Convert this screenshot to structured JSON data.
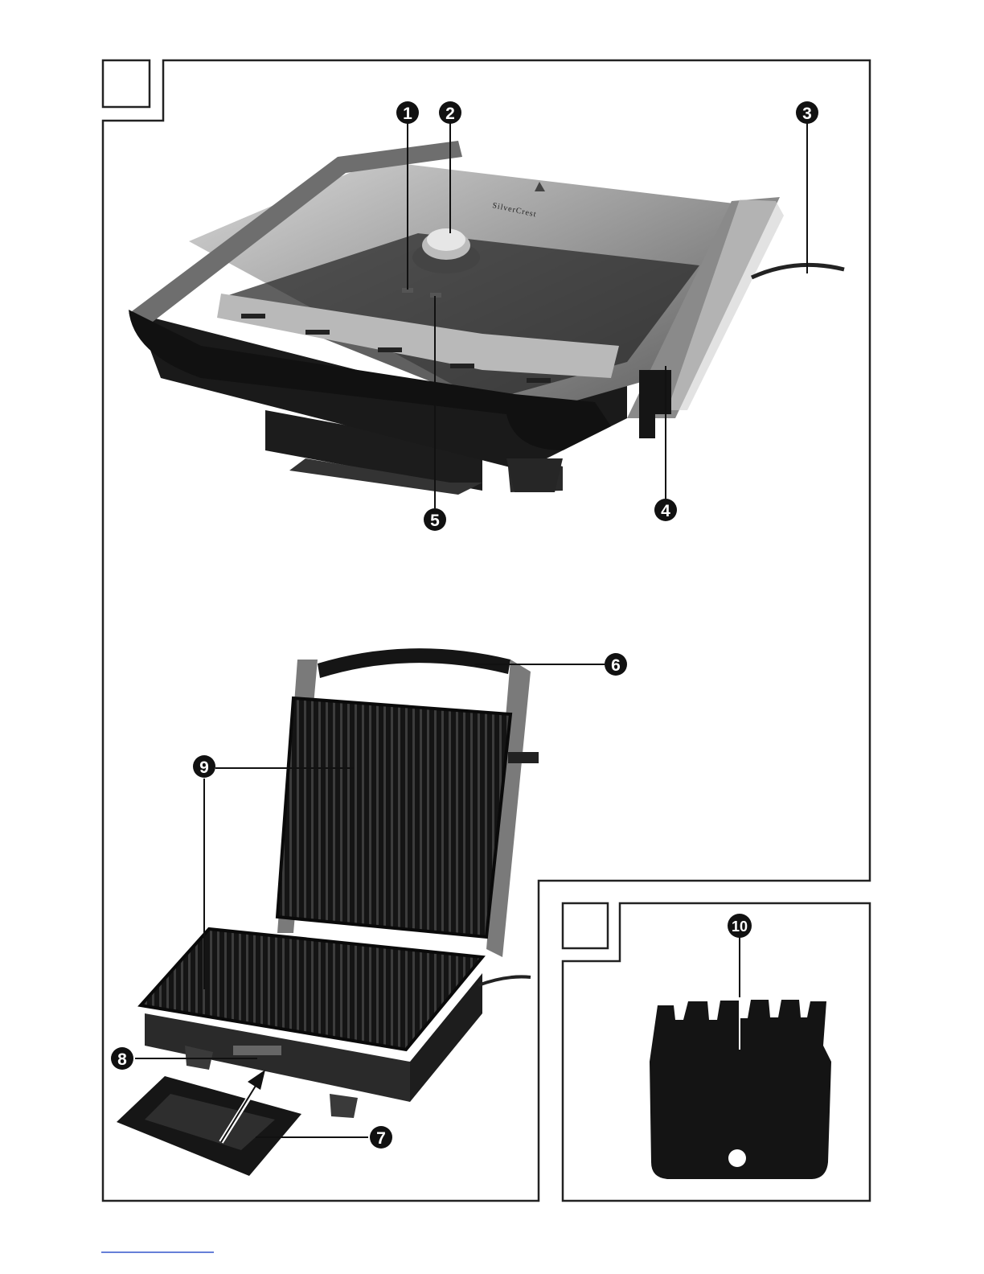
{
  "figure1": {
    "brand_text": "SilverCrest",
    "callouts": [
      {
        "id": "c1",
        "label": "1"
      },
      {
        "id": "c2",
        "label": "2"
      },
      {
        "id": "c3",
        "label": "3"
      },
      {
        "id": "c4",
        "label": "4"
      },
      {
        "id": "c5",
        "label": "5"
      }
    ]
  },
  "figure2": {
    "callouts": [
      {
        "id": "c6",
        "label": "6"
      },
      {
        "id": "c7",
        "label": "7"
      },
      {
        "id": "c8",
        "label": "8"
      },
      {
        "id": "c9",
        "label": "9"
      }
    ]
  },
  "figure3": {
    "callouts": [
      {
        "id": "c10",
        "label": "10"
      }
    ]
  },
  "colors": {
    "frame": "#222222",
    "callout_fill": "#111111",
    "footer_link": "#3355cc"
  }
}
